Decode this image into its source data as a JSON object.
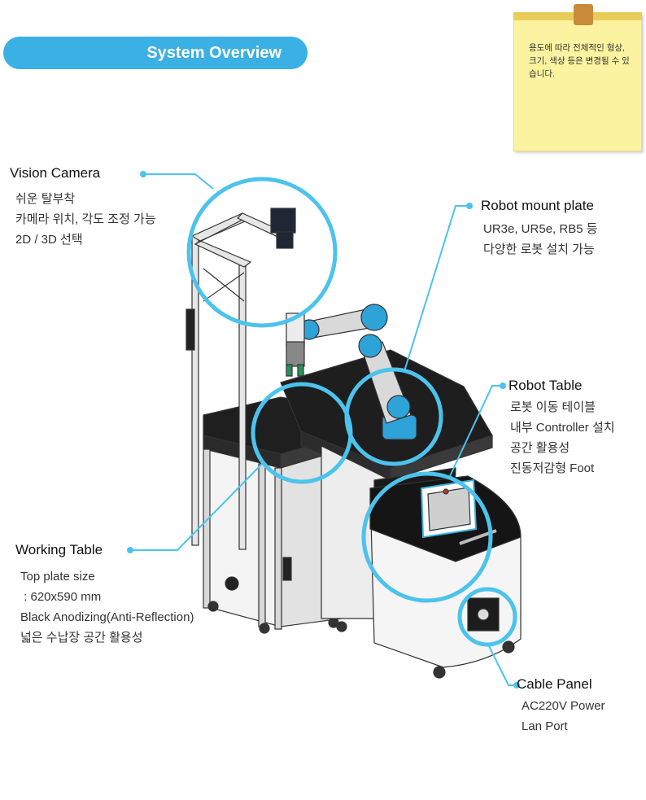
{
  "header": {
    "title": "System Overview"
  },
  "note": {
    "text": "용도에 따라 전체적인 형상, 크기, 색상 등은 변경될 수 있습니다."
  },
  "callouts": {
    "vision_camera": {
      "title": "Vision Camera",
      "lines": [
        "쉬운 탈부착",
        "카메라 위치, 각도 조정 가능",
        "2D / 3D 선택"
      ]
    },
    "robot_mount_plate": {
      "title": "Robot mount plate",
      "lines": [
        "UR3e, UR5e, RB5 등",
        "다양한 로봇 설치 가능"
      ]
    },
    "robot_table": {
      "title": "Robot Table",
      "lines": [
        "로봇 이동 테이블",
        "내부 Controller 설치",
        "공간 활용성",
        "진동저감형 Foot"
      ]
    },
    "working_table": {
      "title": "Working Table",
      "lines": [
        "Top plate size",
        " : 620x590 mm",
        "Black Anodizing(Anti-Reflection)",
        "넓은 수납장 공간 활용성"
      ]
    },
    "cable_panel": {
      "title": "Cable Panel",
      "lines": [
        "AC220V Power",
        "Lan Port"
      ]
    }
  },
  "colors": {
    "accent": "#3ab0e4",
    "leader": "#4cc3ec",
    "note_bg": "#fbf39f",
    "robot_blue": "#2ea3d8"
  }
}
